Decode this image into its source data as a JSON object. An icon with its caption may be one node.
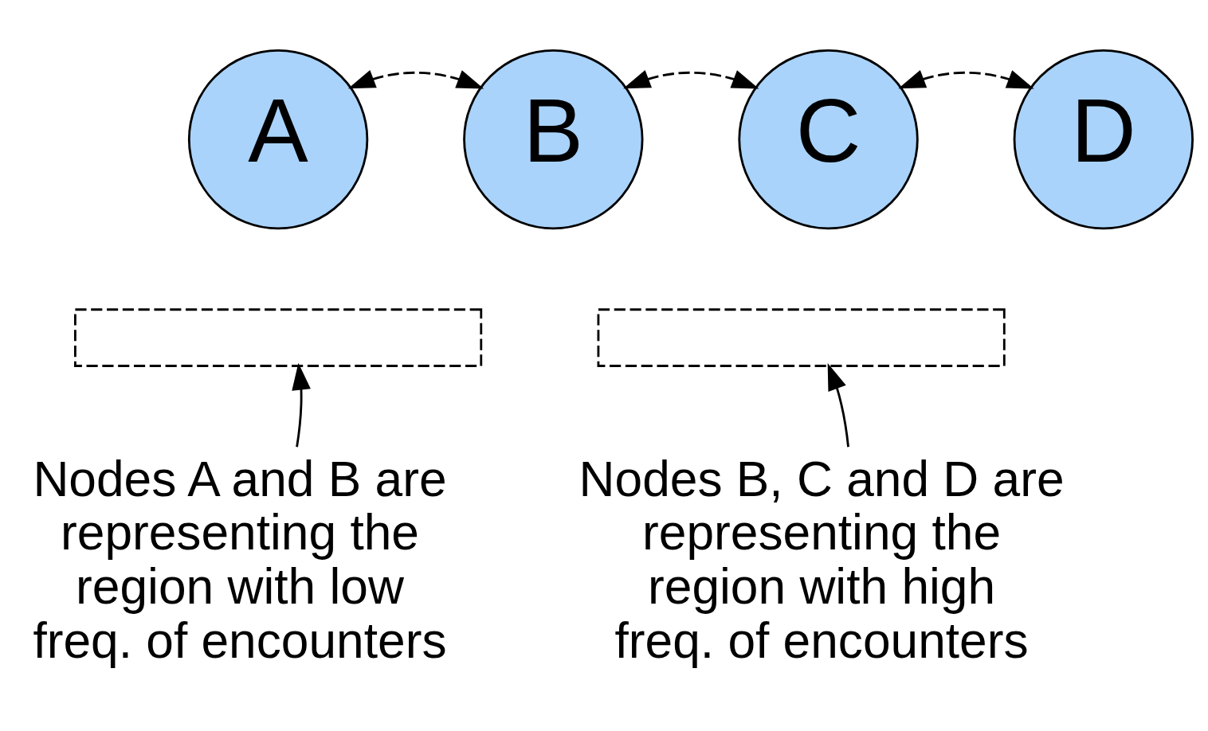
{
  "diagram": {
    "nodes": [
      {
        "text": [],
        "shape": "box"
      },
      {
        "text": [],
        "shape": "box"
      },
      {
        "text": [
          "A"
        ]
      },
      {
        "text": [
          "B"
        ]
      },
      {
        "text": [
          "C"
        ]
      },
      {
        "text": [
          "D"
        ]
      },
      {
        "text": [
          "Nodes A and B are representing the region with low freq. of encounters"
        ]
      },
      {
        "text": [
          "Nodes B, C and D are representing the region with high freq. of encounters"
        ]
      }
    ],
    "edges": [
      {
        "from": 2,
        "to": 3,
        "arrow": "both",
        "style": "dashed"
      },
      {
        "from": 3,
        "to": 4,
        "arrow": "both",
        "style": "dashed"
      },
      {
        "from": 4,
        "to": 5,
        "arrow": "both",
        "style": "dashed"
      },
      {
        "from": 6,
        "to": 0,
        "arrow": "to"
      },
      {
        "from": 7,
        "to": 1,
        "arrow": "to"
      }
    ]
  }
}
